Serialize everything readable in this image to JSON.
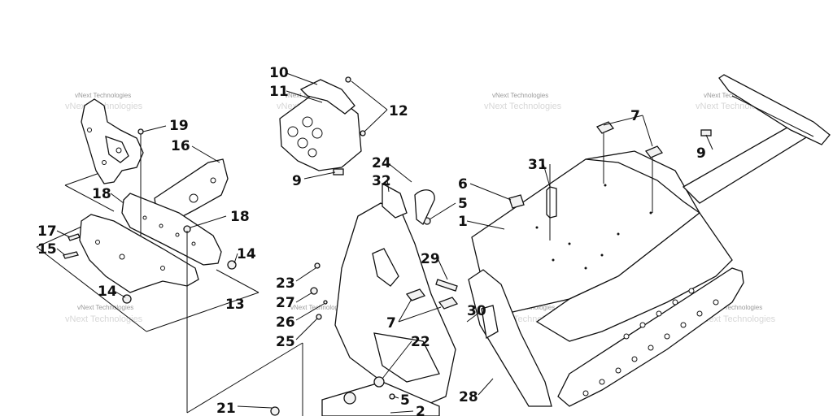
{
  "diagram": {
    "watermark_text": "vNext Technologies",
    "callouts": [
      {
        "id": "c10",
        "label": "10"
      },
      {
        "id": "c11",
        "label": "11"
      },
      {
        "id": "c12",
        "label": "12"
      },
      {
        "id": "c9a",
        "label": "9"
      },
      {
        "id": "c19",
        "label": "19"
      },
      {
        "id": "c16",
        "label": "16"
      },
      {
        "id": "c18a",
        "label": "18"
      },
      {
        "id": "c18b",
        "label": "18"
      },
      {
        "id": "c17",
        "label": "17"
      },
      {
        "id": "c15",
        "label": "15"
      },
      {
        "id": "c14a",
        "label": "14"
      },
      {
        "id": "c14b",
        "label": "14"
      },
      {
        "id": "c13",
        "label": "13"
      },
      {
        "id": "c24",
        "label": "24"
      },
      {
        "id": "c32",
        "label": "32"
      },
      {
        "id": "c6",
        "label": "6"
      },
      {
        "id": "c5a",
        "label": "5"
      },
      {
        "id": "c1",
        "label": "1"
      },
      {
        "id": "c31",
        "label": "31"
      },
      {
        "id": "c7a",
        "label": "7"
      },
      {
        "id": "c9b",
        "label": "9"
      },
      {
        "id": "c29",
        "label": "29"
      },
      {
        "id": "c23",
        "label": "23"
      },
      {
        "id": "c27",
        "label": "27"
      },
      {
        "id": "c26",
        "label": "26"
      },
      {
        "id": "c25",
        "label": "25"
      },
      {
        "id": "c7b",
        "label": "7"
      },
      {
        "id": "c30",
        "label": "30"
      },
      {
        "id": "c22",
        "label": "22"
      },
      {
        "id": "c28",
        "label": "28"
      },
      {
        "id": "c21",
        "label": "21"
      },
      {
        "id": "c5b",
        "label": "5"
      },
      {
        "id": "c2",
        "label": "2"
      }
    ]
  }
}
